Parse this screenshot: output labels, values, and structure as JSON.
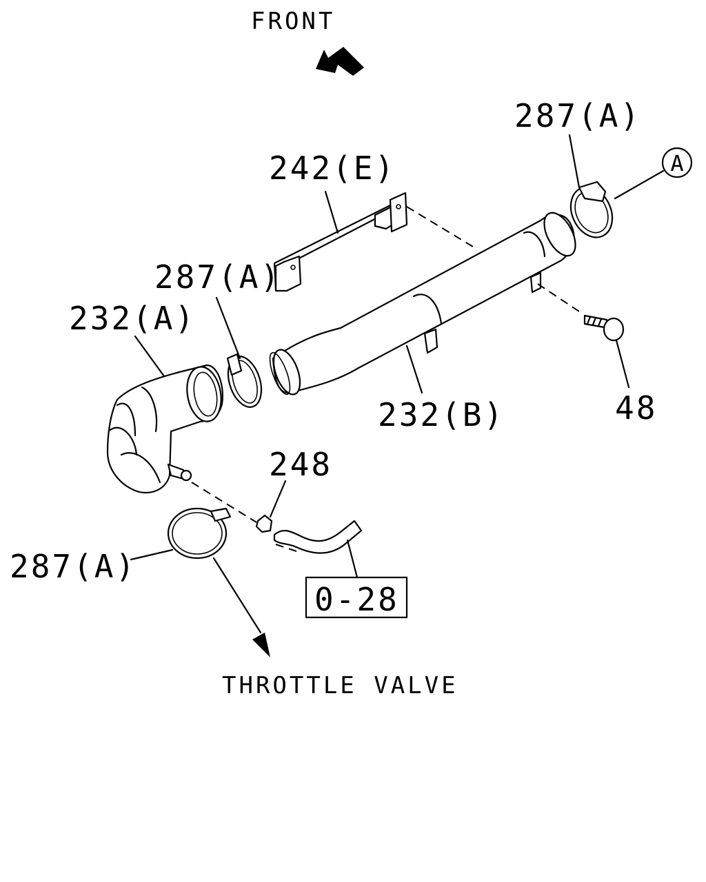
{
  "header": {
    "front_label": "FRONT"
  },
  "callouts": {
    "bracket_242e": "242(E)",
    "clamp_top_right": "287(A)",
    "clamp_mid": "287(A)",
    "clamp_bottom": "287(A)",
    "hose_232a": "232(A)",
    "pipe_232b": "232(B)",
    "bolt_48": "48",
    "fitting_248": "248",
    "ref_circle": "A"
  },
  "reference_box": {
    "label": "0-28"
  },
  "footer": {
    "destination_label": "THROTTLE VALVE"
  },
  "colors": {
    "line": "#000000",
    "background": "#ffffff"
  },
  "icons": {
    "front_arrow": "front-arrow-icon",
    "flow_arrow": "down-arrow-icon"
  }
}
